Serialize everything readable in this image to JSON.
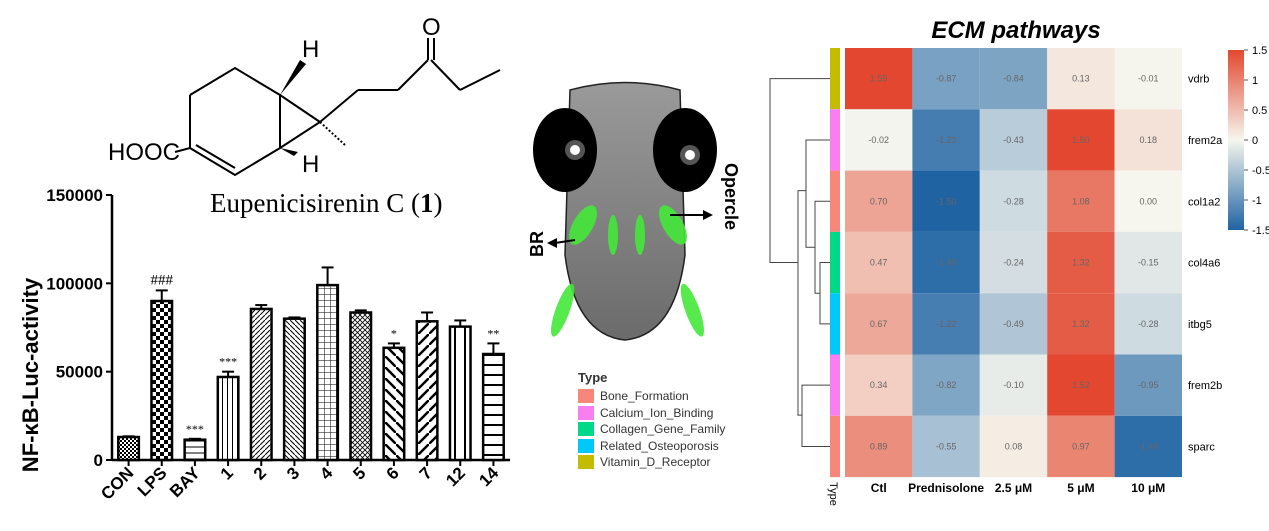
{
  "structure": {
    "labels": {
      "h_top": "H",
      "h_bottom": "H",
      "oxygen": "O",
      "acid": "HOOC"
    },
    "compound_name": "Eupenicisirenin C (",
    "compound_number": "1",
    "compound_close": ")"
  },
  "chart_data": [
    {
      "type": "bar",
      "title": "Eupenicisirenin C (1)",
      "ylabel": "NF-κB-Luc-activity",
      "xlabel": "",
      "ylim": [
        0,
        150000
      ],
      "yticks": [
        "0",
        "50000",
        "100000",
        "150000"
      ],
      "yticks_values": [
        0,
        50000,
        100000,
        150000
      ],
      "categories": [
        "CON",
        "LPS",
        "BAY",
        "1",
        "2",
        "3",
        "4",
        "5",
        "6",
        "7",
        "12",
        "14"
      ],
      "values": [
        13000,
        90000,
        11500,
        47000,
        85500,
        80000,
        99000,
        83500,
        63500,
        78500,
        75500,
        60000
      ],
      "errors": [
        400,
        6000,
        500,
        3000,
        2200,
        700,
        10000,
        1200,
        2500,
        5000,
        3500,
        6000
      ],
      "annotations": [
        "",
        "###",
        "***",
        "***",
        "",
        "",
        "",
        "",
        "*",
        "",
        "",
        "**"
      ],
      "patterns": [
        "checker-small",
        "checker-large",
        "hlines",
        "vlines",
        "diag-fine",
        "diag-back",
        "grid",
        "crosshatch",
        "diag-back-wide",
        "diag-wide",
        "vlines-wide",
        "hlines-wide"
      ]
    },
    {
      "type": "heatmap",
      "title": "ECM pathways",
      "columns": [
        "Ctl",
        "Prednisolone",
        "2.5 μM",
        "5 μM",
        "10 μM"
      ],
      "rows": [
        "vdrb",
        "frem2a",
        "col1a2",
        "col4a6",
        "itbg5",
        "frem2b",
        "sparc"
      ],
      "row_types": [
        "Vitamin_D_Receptor",
        "Calcium_Ion_Binding",
        "Bone_Formation",
        "Collagen_Gene_Family",
        "Related_Osteoporosis",
        "Calcium_Ion_Binding",
        "Bone_Formation"
      ],
      "values": [
        [
          1.59,
          -0.87,
          -0.84,
          0.13,
          -0.01
        ],
        [
          -0.02,
          -1.23,
          -0.43,
          1.5,
          0.18
        ],
        [
          0.7,
          -1.5,
          -0.28,
          1.08,
          0.0
        ],
        [
          0.47,
          -1.4,
          -0.24,
          1.32,
          -0.15
        ],
        [
          0.67,
          -1.22,
          -0.49,
          1.32,
          -0.28
        ],
        [
          0.34,
          -0.82,
          -0.1,
          1.52,
          -0.95
        ],
        [
          0.89,
          -0.55,
          0.08,
          0.97,
          -1.4
        ]
      ],
      "value_labels": [
        [
          "1.59",
          "-0.87",
          "-0.84",
          "0.13",
          "-0.01"
        ],
        [
          "-0.02",
          "-1.23",
          "-0.43",
          "1.50",
          "0.18"
        ],
        [
          "0.70",
          "-1.50",
          "-0.28",
          "1.08",
          "0.00"
        ],
        [
          "0.47",
          "-1.40",
          "-0.24",
          "1.32",
          "-0.15"
        ],
        [
          "0.67",
          "-1.22",
          "-0.49",
          "1.32",
          "-0.28"
        ],
        [
          "0.34",
          "-0.82",
          "-0.10",
          "1.52",
          "-0.95"
        ],
        [
          "0.89",
          "-0.55",
          "0.08",
          "0.97",
          "-1.40"
        ]
      ],
      "type_axis_label": "Type",
      "colorbar": {
        "range": [
          -1.5,
          1.5
        ],
        "ticks": [
          "1.5",
          "1",
          "0.5",
          "0",
          "-0.5",
          "-1",
          "-1.5"
        ],
        "tick_values": [
          1.5,
          1,
          0.5,
          0,
          -0.5,
          -1,
          -1.5
        ],
        "low_color": "#1f63a3",
        "mid_color": "#f6f6ee",
        "high_color": "#e3472f"
      },
      "legend": {
        "title": "Type",
        "items": [
          {
            "label": "Bone_Formation",
            "color": "#f8877b"
          },
          {
            "label": "Calcium_Ion_Binding",
            "color": "#f77ff0"
          },
          {
            "label": "Collagen_Gene_Family",
            "color": "#00d98a"
          },
          {
            "label": "Related_Osteoporosis",
            "color": "#00c8f8"
          },
          {
            "label": "Vitamin_D_Receptor",
            "color": "#c4bc00"
          }
        ]
      }
    }
  ],
  "zebrafish": {
    "label_left": "BR",
    "label_right": "Opercle"
  }
}
